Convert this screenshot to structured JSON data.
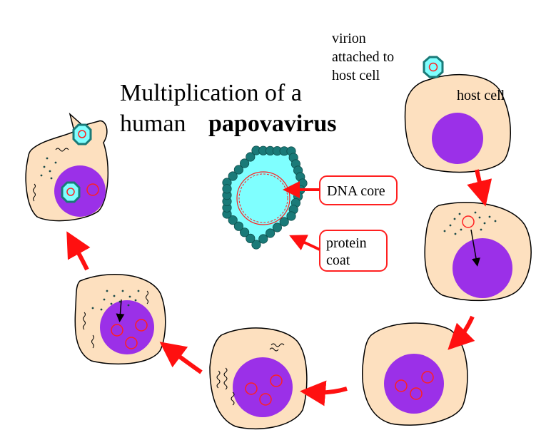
{
  "title": {
    "line1": "Multiplication of a",
    "line2_prefix": "human",
    "line2_emphasis": "papovavirus"
  },
  "labels": {
    "virion_line1": "virion",
    "virion_line2": "attached to",
    "virion_line3": "host cell",
    "host_cell": "host cell"
  },
  "callouts": {
    "dna_core": "DNA core",
    "protein_coat_line1": "protein",
    "protein_coat_line2": "coat"
  },
  "colors": {
    "cytoplasm": "#fde0bf",
    "nucleus": "#9b30e8",
    "capsid_fill": "#7fffff",
    "capsomere": "#1a7a78",
    "dna": "#ff2020",
    "arrow": "#ff1010"
  }
}
